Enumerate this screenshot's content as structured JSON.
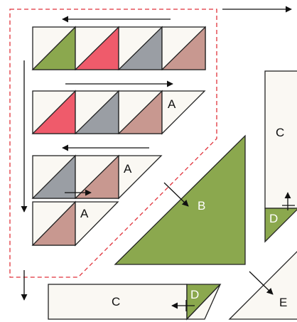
{
  "labels": {
    "row2_triangle": "A",
    "row3_triangle": "A",
    "row4_triangle": "A",
    "big_triangle": "B",
    "rect_bottom": "C",
    "rect_right": "C",
    "corner_bottom": "D",
    "corner_right": "D",
    "right_bottom_piece": "E"
  },
  "colors": {
    "cream": "#faf8f3",
    "green": "#8ba84e",
    "pink": "#ef5b6b",
    "gray": "#9a9ea4",
    "mauve": "#c89890",
    "outline": "#222222",
    "dashed_border": "#e0323a",
    "arrow": "#111111",
    "label_on_dark": "#ffffff",
    "label_on_light": "#111111"
  },
  "rows": [
    [
      "green",
      "pink",
      "gray",
      "mauve"
    ],
    [
      "pink",
      "gray",
      "mauve"
    ],
    [
      "gray",
      "mauve"
    ],
    [
      "mauve"
    ]
  ]
}
